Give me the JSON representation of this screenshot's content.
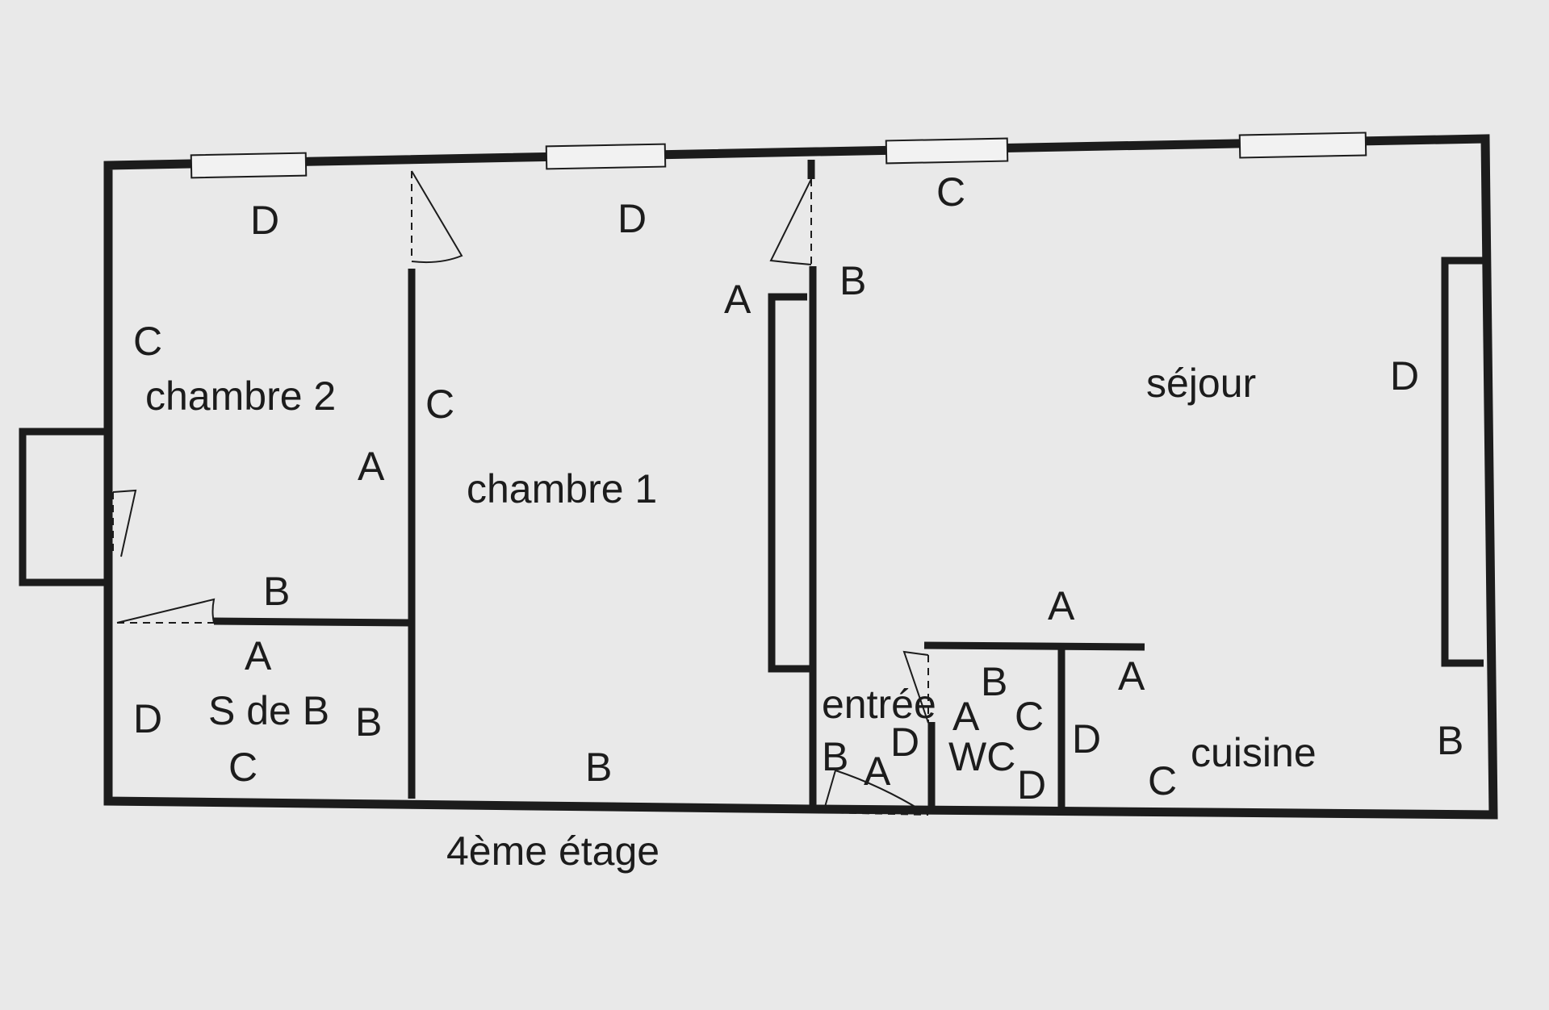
{
  "rooms": {
    "chambre_2": "chambre 2",
    "chambre_1": "chambre 1",
    "sejour": "séjour",
    "sdb": "S de B",
    "entree": "entrée",
    "wc": "WC",
    "cuisine": "cuisine"
  },
  "caption": "4ème étage",
  "wall_labels": {
    "ch2_top": "D",
    "ch2_left": "C",
    "ch2_right": "A",
    "ch2_bottom": "B",
    "ch1_top": "D",
    "ch1_left": "C",
    "ch1_right": "A",
    "ch1_bottom": "B",
    "sej_left": "B",
    "sej_top": "C",
    "sej_right": "D",
    "sej_bottom": "A",
    "sdb_top": "A",
    "sdb_left": "D",
    "sdb_right": "B",
    "sdb_bottom": "C",
    "entree_right": "D",
    "entree_left": "B",
    "entree_bottom": "A",
    "wc_top": "B",
    "wc_left": "A",
    "wc_right": "C",
    "wc_bottom": "D",
    "cui_top": "A",
    "cui_left": "D",
    "cui_bottom": "C",
    "cui_right": "B"
  }
}
